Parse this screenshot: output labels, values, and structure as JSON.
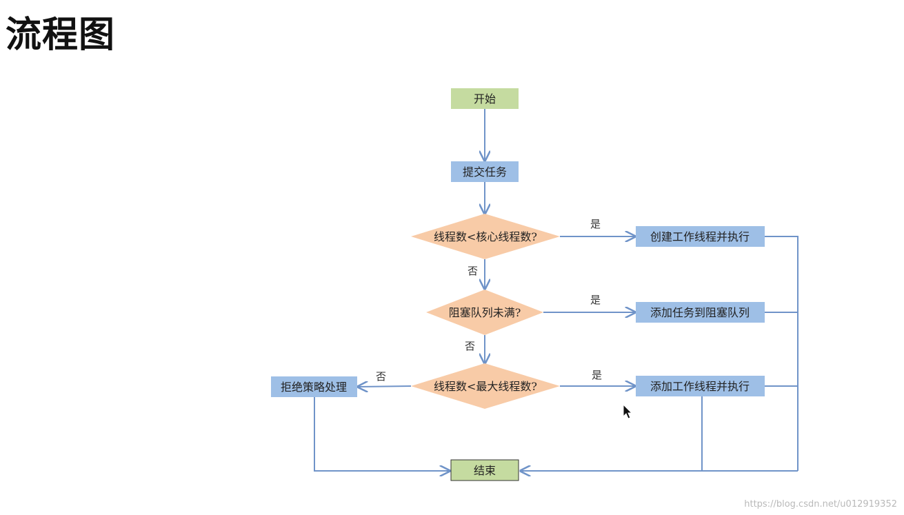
{
  "page": {
    "title": "流程图",
    "watermark": "https://blog.csdn.net/u012919352"
  },
  "colors": {
    "start_end_fill": "#c5dba0",
    "process_fill": "#9ebfe6",
    "decision_fill": "#f8cba7",
    "edge": "#6f93c8",
    "end_stroke": "#333333"
  },
  "nodes": {
    "start": "开始",
    "submit": "提交任务",
    "q_core": "线程数<核心线程数?",
    "create_worker": "创建工作线程并执行",
    "q_queue": "阻塞队列未满?",
    "add_to_queue": "添加任务到阻塞队列",
    "q_max": "线程数<最大线程数?",
    "add_worker": "添加工作线程并执行",
    "reject": "拒绝策略处理",
    "end": "结束"
  },
  "edge_labels": {
    "core_yes": "是",
    "core_no": "否",
    "queue_yes": "是",
    "queue_no": "否",
    "max_yes": "是",
    "max_no": "否"
  }
}
